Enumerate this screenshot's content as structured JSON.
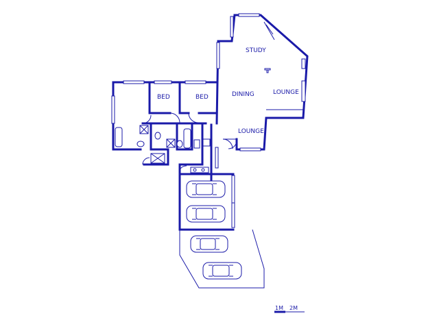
{
  "rooms": {
    "study": "STUDY",
    "dining": "DINING",
    "lounge_right": "LOUNGE",
    "lounge_lower": "LOUNGE",
    "bed_1": "BED",
    "bed_2": "BED"
  },
  "scale": {
    "label_1": "1M",
    "label_2": "2M"
  },
  "colors": {
    "wall": "#1a1aa8",
    "background": "#ffffff"
  }
}
